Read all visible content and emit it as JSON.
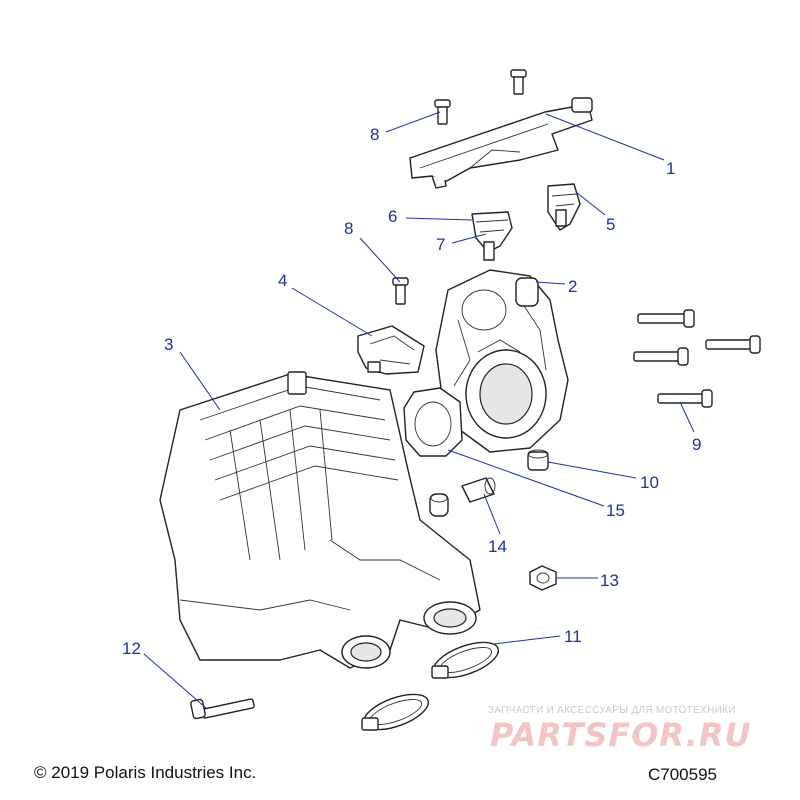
{
  "callouts": [
    "1",
    "2",
    "3",
    "4",
    "5",
    "6",
    "7",
    "8",
    "8",
    "9",
    "10",
    "11",
    "12",
    "13",
    "14",
    "15"
  ],
  "footer": {
    "copyright": "© 2019 Polaris Industries Inc.",
    "diagram_code": "C700595"
  },
  "watermark": {
    "tagline": "ЗАПЧАСТИ И АКСЕССУАРЫ ДЛЯ МОТОТЕХНИКИ",
    "logo": "PARTSFOR.RU"
  },
  "colors": {
    "callout": "#1a2fb5",
    "linework": "#222222",
    "watermark": "#f3c4c4"
  }
}
